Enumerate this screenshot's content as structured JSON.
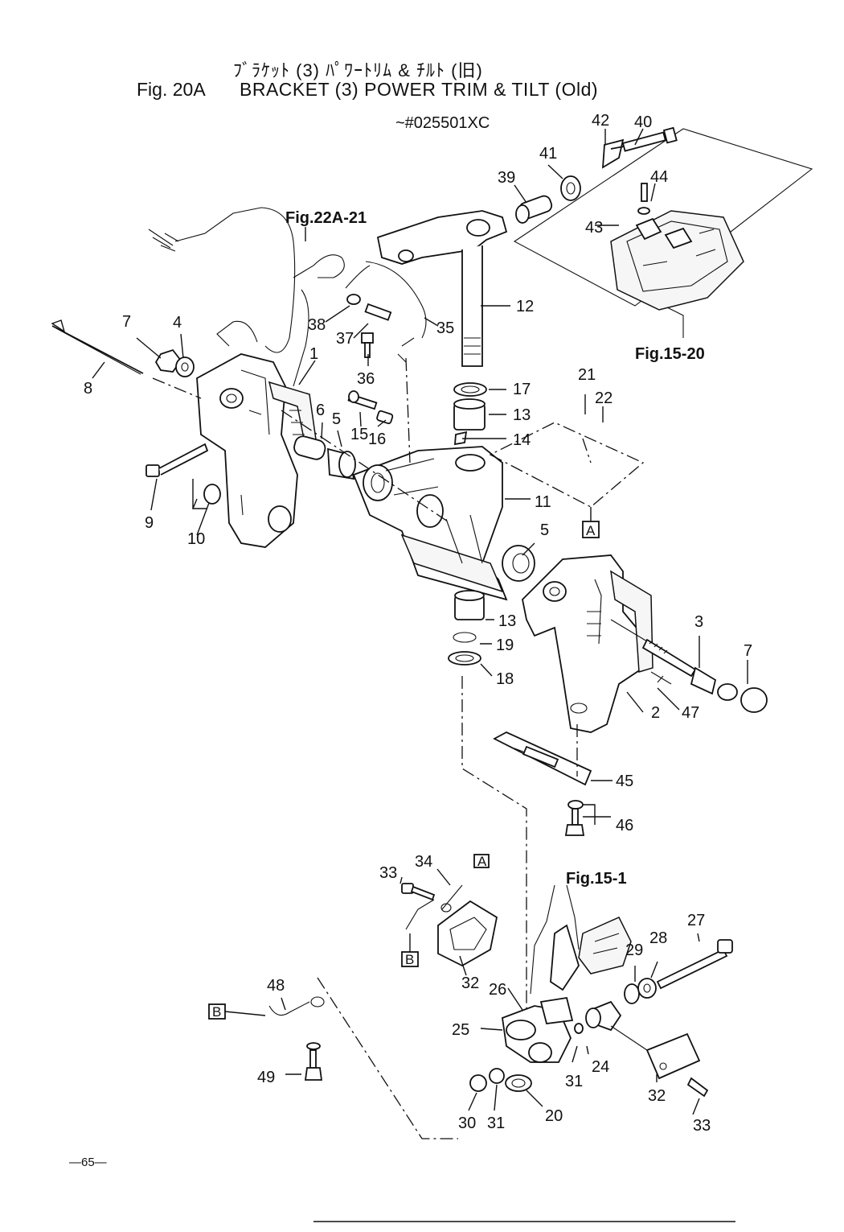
{
  "header": {
    "jp_title": "ﾌﾞﾗｹｯﾄ (3) ﾊﾟﾜｰﾄﾘﾑ & ﾁﾙﾄ (旧)",
    "fig_label": "Fig. 20A",
    "fig_title": "BRACKET (3) POWER TRIM & TILT (Old)",
    "serial": "~#025501XC"
  },
  "cross_refs": [
    "Fig.22A-21",
    "Fig.15-20",
    "Fig.15-1"
  ],
  "box_labels": [
    "A",
    "A",
    "B",
    "B"
  ],
  "part_numbers": [
    "1",
    "2",
    "3",
    "4",
    "5",
    "5",
    "6",
    "7",
    "7",
    "8",
    "9",
    "10",
    "11",
    "12",
    "13",
    "13",
    "14",
    "15",
    "16",
    "17",
    "18",
    "19",
    "20",
    "21",
    "22",
    "24",
    "25",
    "26",
    "27",
    "28",
    "29",
    "30",
    "31",
    "31",
    "32",
    "32",
    "33",
    "33",
    "34",
    "35",
    "36",
    "37",
    "38",
    "39",
    "40",
    "41",
    "42",
    "43",
    "44",
    "45",
    "46",
    "47",
    "48",
    "49"
  ],
  "footer": {
    "page": "―65―"
  }
}
